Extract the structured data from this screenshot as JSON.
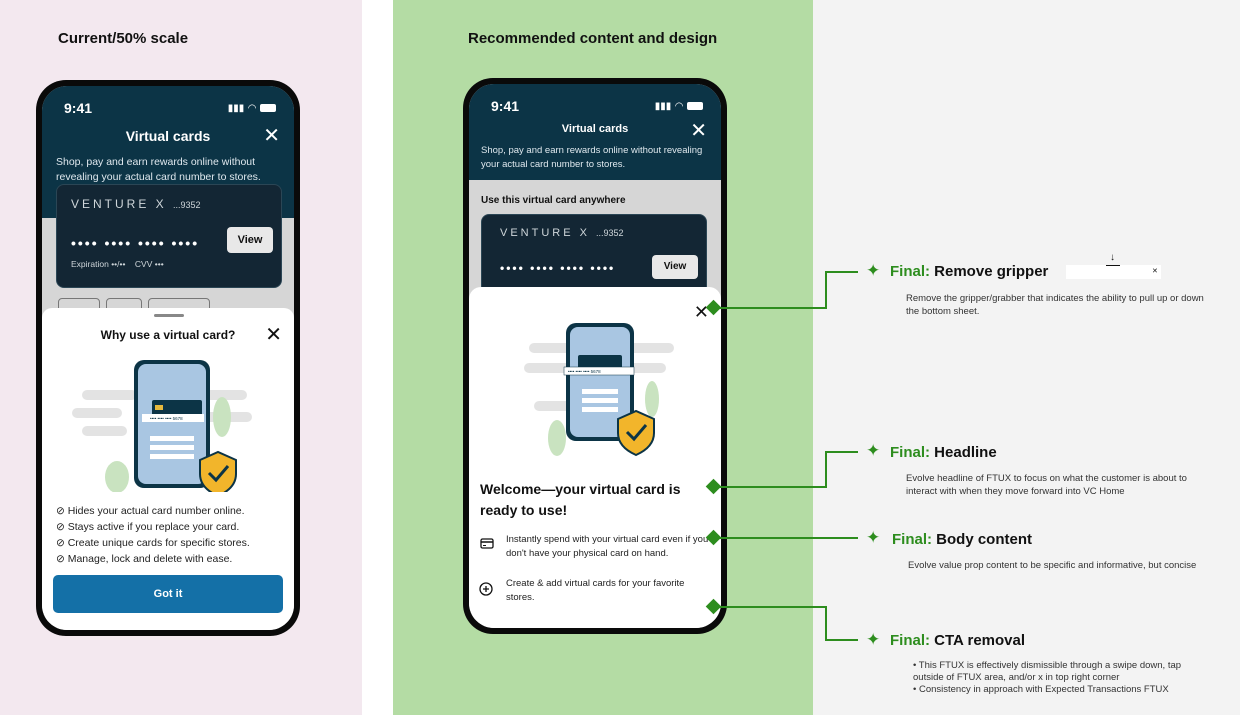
{
  "sections": {
    "left_title": "Current/50% scale",
    "mid_title": "Recommended content and design"
  },
  "status": {
    "time": "9:41"
  },
  "nav": {
    "title": "Virtual cards",
    "close": "✕"
  },
  "intro_text": "Shop, pay and earn rewards online without revealing your actual card number to stores.",
  "card": {
    "brand": "VENTURE X",
    "last4": "...9352",
    "masked_number": "•••• •••• •••• ••••",
    "expiration_label": "Expiration",
    "expiration_value": "••/••",
    "cvv_label": "CVV",
    "cvv_value": "•••",
    "view_label": "View"
  },
  "current_sheet": {
    "title": "Why use a virtual card?",
    "benefits": [
      "⊘ Hides your actual card number online.",
      "⊘ Stays active if you replace your card.",
      "⊘ Create unique cards for specific stores.",
      "⊘ Manage, lock and delete with ease."
    ],
    "cta_label": "Got it",
    "illustration_number": "•••• •••• •••• 5678"
  },
  "recommended": {
    "section_label": "Use this virtual card anywhere",
    "headline": "Welcome—your virtual card is ready to use!",
    "features": [
      {
        "icon": "card-icon",
        "text": "Instantly spend with your virtual card even if you don't have your physical card on hand."
      },
      {
        "icon": "add-circle-icon",
        "text": "Create & add virtual cards for your favorite stores."
      }
    ],
    "illustration_number": "•••• •••• •••• 5678"
  },
  "annotations": [
    {
      "label": "Final:",
      "title": "Remove gripper",
      "text": "Remove the gripper/grabber that indicates the ability to pull up or down the bottom sheet."
    },
    {
      "label": "Final:",
      "title": "Headline",
      "text": "Evolve headline of FTUX to focus on what the customer is about to interact with when they move forward into VC Home"
    },
    {
      "label": "Final:",
      "title": "Body content",
      "text": "Evolve value prop content to be specific and informative, but concise"
    },
    {
      "label": "Final:",
      "title": "CTA removal",
      "bullets": [
        "This FTUX is effectively dismissible through a swipe down, tap outside of FTUX area, and/or x in top right corner",
        "Consistency in approach with Expected Transactions FTUX"
      ]
    }
  ],
  "colors": {
    "header_bg": "#0c3446",
    "cta_bg": "#1470a7",
    "final_green": "#2d8d1e",
    "connector_green": "#2d8d1e",
    "panel_left": "#f3e8ef",
    "panel_mid": "#b4dca4"
  }
}
